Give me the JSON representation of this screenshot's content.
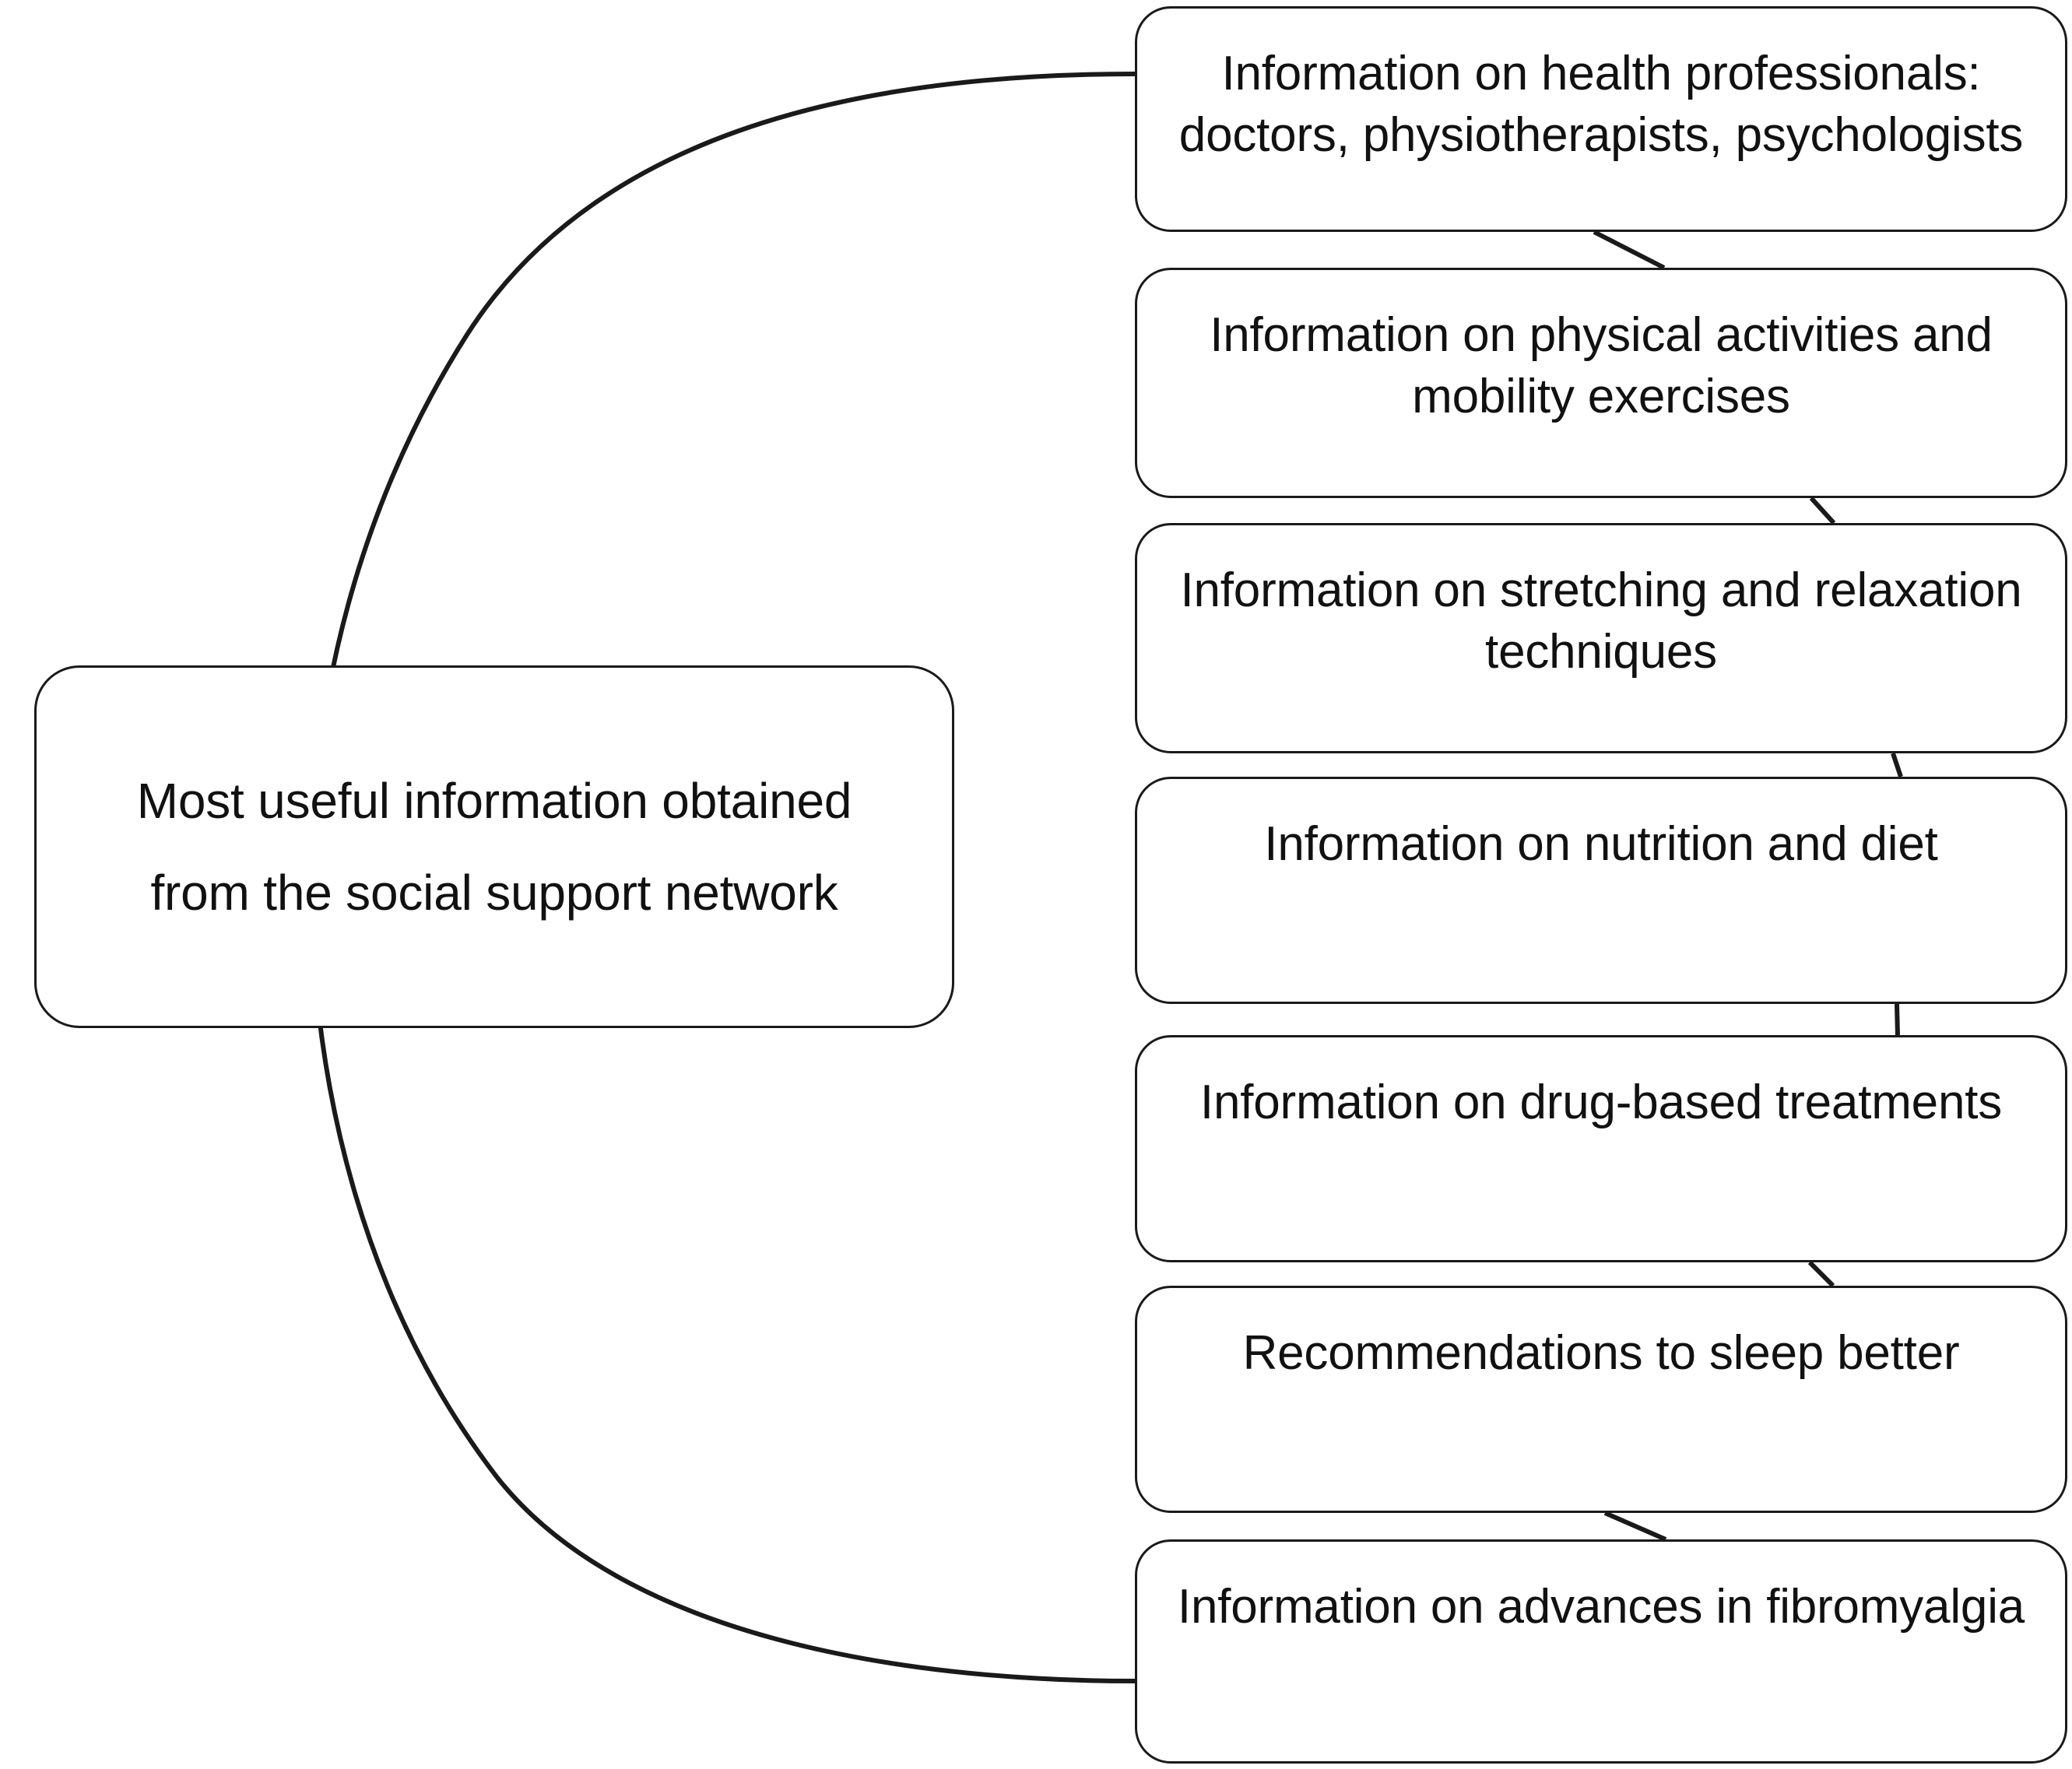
{
  "diagram": {
    "type": "radial-hub-and-spoke-flowchart",
    "root": {
      "label": "Most useful information obtained\nfrom the social support network"
    },
    "branches": [
      {
        "id": "health-professionals",
        "label": "Information on health professionals:\ndoctors, physiotherapists, psychologists"
      },
      {
        "id": "physical-activities",
        "label": "Information on physical activities and\nmobility exercises"
      },
      {
        "id": "stretching-relaxation",
        "label": "Information on stretching and relaxation\ntechniques"
      },
      {
        "id": "nutrition-diet",
        "label": "Information on nutrition and diet"
      },
      {
        "id": "drug-based-treatments",
        "label": "Information on drug-based treatments"
      },
      {
        "id": "sleep-recommendations",
        "label": "Recommendations to sleep better"
      },
      {
        "id": "advances-fibromyalgia",
        "label": "Information on advances in fibromyalgia"
      }
    ],
    "colors": {
      "background": "#ffffff",
      "stroke": "#1a1a1a",
      "text": "#111111",
      "node_fill": "#ffffff"
    }
  }
}
